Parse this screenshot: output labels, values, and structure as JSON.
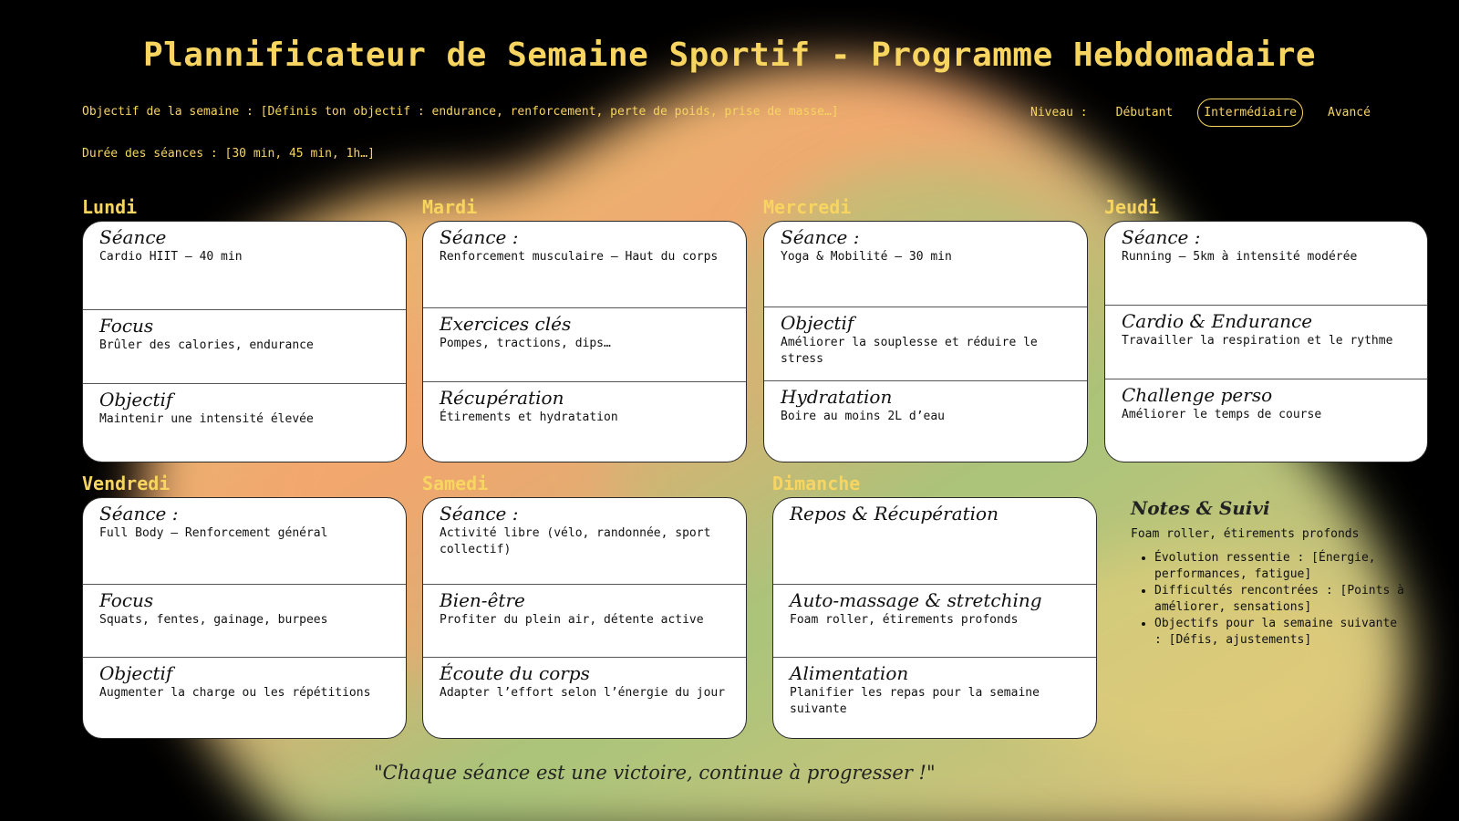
{
  "page": {
    "title": "Plannificateur de Semaine Sportif - Programme Hebdomadaire",
    "objective_line": "Objectif de la semaine : [Définis ton objectif : endurance, renforcement, perte de poids, prise de masse…]",
    "duration_line": "Durée des séances : [30 min, 45 min, 1h…]"
  },
  "level": {
    "label": "Niveau :",
    "options": [
      "Débutant",
      "Intermédiaire",
      "Avancé"
    ],
    "selected": "Intermédiaire"
  },
  "days": [
    {
      "name": "Lundi",
      "sections": [
        {
          "head": "Séance",
          "text": "Cardio HIIT – 40 min"
        },
        {
          "head": "Focus",
          "text": "Brûler des calories, endurance"
        },
        {
          "head": "Objectif",
          "text": "Maintenir une intensité élevée"
        }
      ]
    },
    {
      "name": "Mardi",
      "sections": [
        {
          "head": "Séance :",
          "text": "Renforcement musculaire – Haut du corps"
        },
        {
          "head": "Exercices clés",
          "text": "Pompes, tractions, dips…"
        },
        {
          "head": "Récupération",
          "text": "Étirements et hydratation"
        }
      ]
    },
    {
      "name": "Mercredi",
      "sections": [
        {
          "head": "Séance :",
          "text": "Yoga & Mobilité – 30 min"
        },
        {
          "head": "Objectif",
          "text": "Améliorer la souplesse et réduire le stress"
        },
        {
          "head": "Hydratation",
          "text": "Boire au moins 2L d’eau"
        }
      ]
    },
    {
      "name": "Jeudi",
      "sections": [
        {
          "head": "Séance :",
          "text": "Running – 5km à intensité modérée"
        },
        {
          "head": "Cardio & Endurance",
          "text": "Travailler la respiration et le rythme"
        },
        {
          "head": "Challenge perso",
          "text": "Améliorer le temps de course"
        }
      ]
    },
    {
      "name": "Vendredi",
      "sections": [
        {
          "head": "Séance :",
          "text": "Full Body – Renforcement général"
        },
        {
          "head": "Focus",
          "text": "Squats, fentes, gainage, burpees"
        },
        {
          "head": "Objectif",
          "text": "Augmenter la charge ou les répétitions"
        }
      ]
    },
    {
      "name": "Samedi",
      "sections": [
        {
          "head": "Séance :",
          "text": "Activité libre (vélo, randonnée, sport collectif)"
        },
        {
          "head": "Bien-être",
          "text": "Profiter du plein air, détente active"
        },
        {
          "head": "Écoute du corps",
          "text": "Adapter l’effort selon l’énergie du jour"
        }
      ]
    },
    {
      "name": "Dimanche",
      "sections": [
        {
          "head": "Repos & Récupération",
          "text": ""
        },
        {
          "head": "Auto-massage & stretching",
          "text": "Foam roller, étirements profonds"
        },
        {
          "head": "Alimentation",
          "text": "Planifier les repas pour la semaine suivante"
        }
      ]
    }
  ],
  "notes": {
    "title": "Notes & Suivi",
    "text": "Foam roller, étirements profonds",
    "items": [
      "Évolution ressentie : [Énergie, performances, fatigue]",
      "Difficultés rencontrées : [Points à améliorer, sensations]",
      "Objectifs pour la semaine suivante : [Défis, ajustements]"
    ]
  },
  "quote": "\"Chaque séance est une victoire, continue à progresser !\"",
  "colors": {
    "accent": "#f7d560",
    "background": "#000000",
    "card": "#ffffff"
  }
}
